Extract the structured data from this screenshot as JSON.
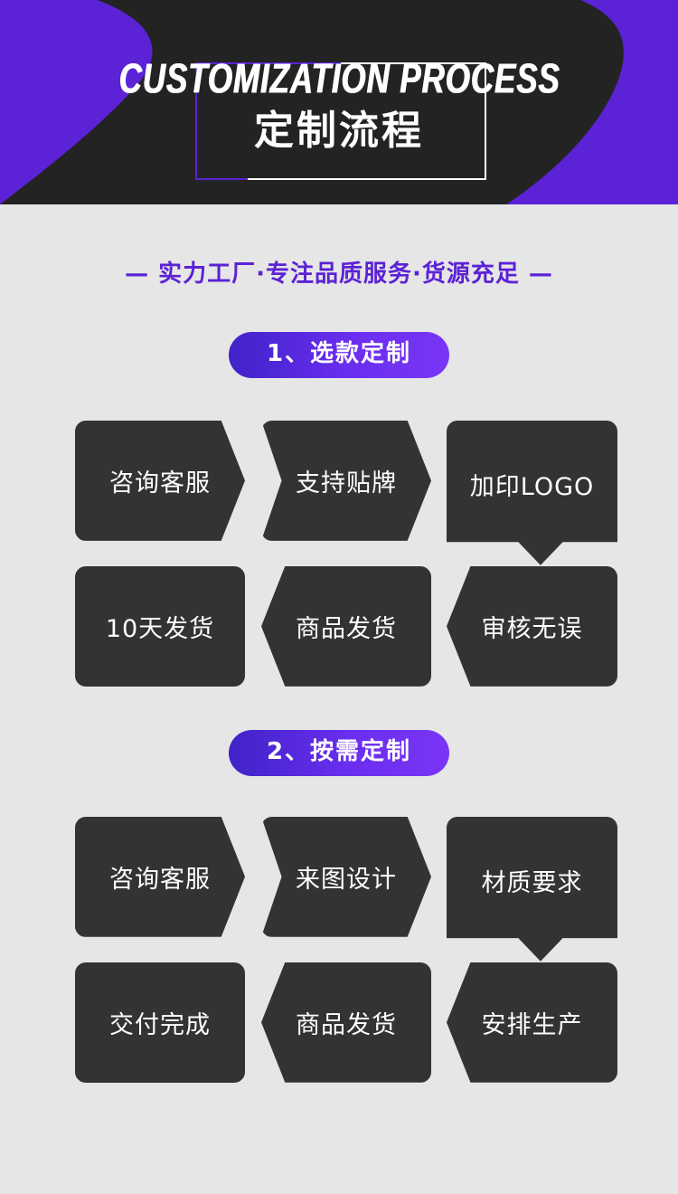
{
  "banner": {
    "title_en": "CUSTOMIZATION PROCESS",
    "title_cn": "定制流程",
    "bg_dark": "#232323",
    "accent_purple": "#5b22d6",
    "page_bg": "#e6e6e6"
  },
  "subtitle": "— 实力工厂·专注品质服务·货源充足 —",
  "sections": [
    {
      "pill_label": "1、选款定制",
      "rows": [
        {
          "direction": "right",
          "nodes": [
            "咨询客服",
            "支持贴牌",
            "加印LOGO"
          ]
        },
        {
          "direction": "left",
          "nodes": [
            "10天发货",
            "商品发货",
            "审核无误"
          ]
        }
      ]
    },
    {
      "pill_label": "2、按需定制",
      "rows": [
        {
          "direction": "right",
          "nodes": [
            "咨询客服",
            "来图设计",
            "材质要求"
          ]
        },
        {
          "direction": "left",
          "nodes": [
            "交付完成",
            "商品发货",
            "安排生产"
          ]
        }
      ]
    }
  ],
  "colors": {
    "node_bg": "#333333",
    "node_text": "#ffffff",
    "pill_gradient_start": "#4023c8",
    "pill_gradient_end": "#7a35f5",
    "accent": "#5b22d6",
    "background": "#e6e6e6",
    "banner_dark": "#232323"
  }
}
